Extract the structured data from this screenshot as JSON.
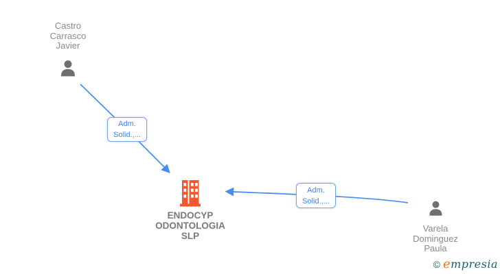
{
  "diagram": {
    "type": "company-relations-graph",
    "nodes": {
      "person_castro": {
        "name": "Castro Carrasco Javier",
        "kind": "person"
      },
      "company_endocyp": {
        "name": "ENDOCYP ODONTOLOGIA SLP",
        "kind": "company"
      },
      "person_varela": {
        "name": "Varela Dominguez Paula",
        "kind": "person"
      }
    },
    "edges": [
      {
        "from": "person_castro",
        "to": "company_endocyp",
        "label": "Adm. Solid.,..."
      },
      {
        "from": "person_varela",
        "to": "company_endocyp",
        "label": "Adm. Solid.,..."
      }
    ]
  },
  "watermark": {
    "copyright_symbol": "©",
    "brand_initial": "e",
    "brand_rest": "mpresia"
  },
  "colors": {
    "background": "#ffffff",
    "arrow_blue": "#4a8bf0",
    "edge_label_text": "#4285f4",
    "edge_label_border": "#74a1ee",
    "person_icon_gray": "#6f6f6f",
    "node_text_gray": "#8a8a8a",
    "company_text_gray": "#7a7a7a",
    "company_icon_orange": "#f4572d",
    "watermark_teal": "#175f6e",
    "watermark_orange": "#ee7d1d"
  }
}
